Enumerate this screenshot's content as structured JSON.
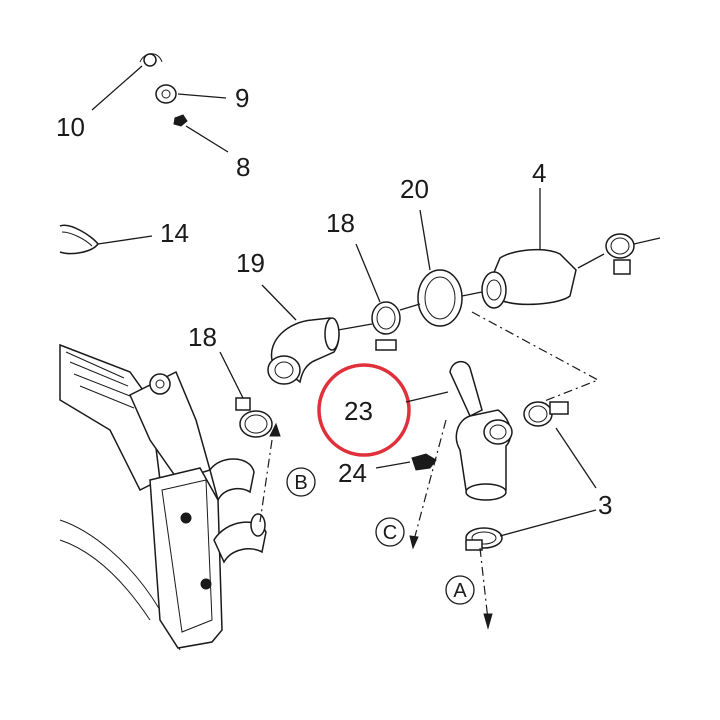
{
  "callouts": {
    "p3": "3",
    "p4": "4",
    "p8": "8",
    "p9": "9",
    "p10": "10",
    "p14": "14",
    "p18a": "18",
    "p18b": "18",
    "p19": "19",
    "p20": "20",
    "p23": "23",
    "p24": "24"
  },
  "references": {
    "a": "A",
    "b": "B",
    "c": "C"
  },
  "highlight": {
    "target": "23",
    "color": "#e0303a"
  }
}
